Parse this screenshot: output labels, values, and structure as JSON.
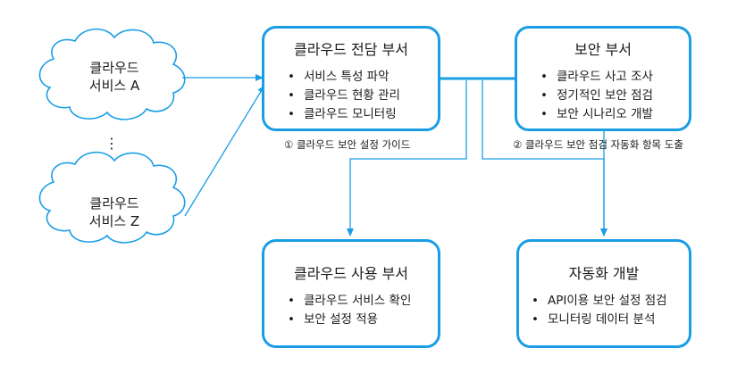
{
  "clouds": [
    {
      "line1": "클라우드",
      "line2": "서비스 A"
    },
    {
      "line1": "클라우드",
      "line2": "서비스 Z"
    }
  ],
  "ellipsis": "⋮",
  "dept_cloud": {
    "title": "클라우드 전담 부서",
    "items": [
      "서비스 특성 파악",
      "클라우드 현황 관리",
      "클라우드 모니터링"
    ]
  },
  "dept_security": {
    "title": "보안 부서",
    "items": [
      "클라우드 사고 조사",
      "정기적인 보안 점검",
      "보안 시나리오 개발"
    ]
  },
  "dept_usage": {
    "title": "클라우드 사용 부서",
    "items": [
      "클라우드 서비스 확인",
      "보안 설정 적용"
    ]
  },
  "automation": {
    "title": "자동화 개발",
    "items": [
      "API이용 보안 설정 점검",
      "모니터링 데이터 분석"
    ]
  },
  "notes": {
    "guide": "① 클라우드 보안 설정 가이드",
    "derive": "② 클라우드 보안 점검 자동화 항목 도출"
  },
  "colors": {
    "accent": "#1b9de6",
    "text": "#1a1a1a"
  }
}
